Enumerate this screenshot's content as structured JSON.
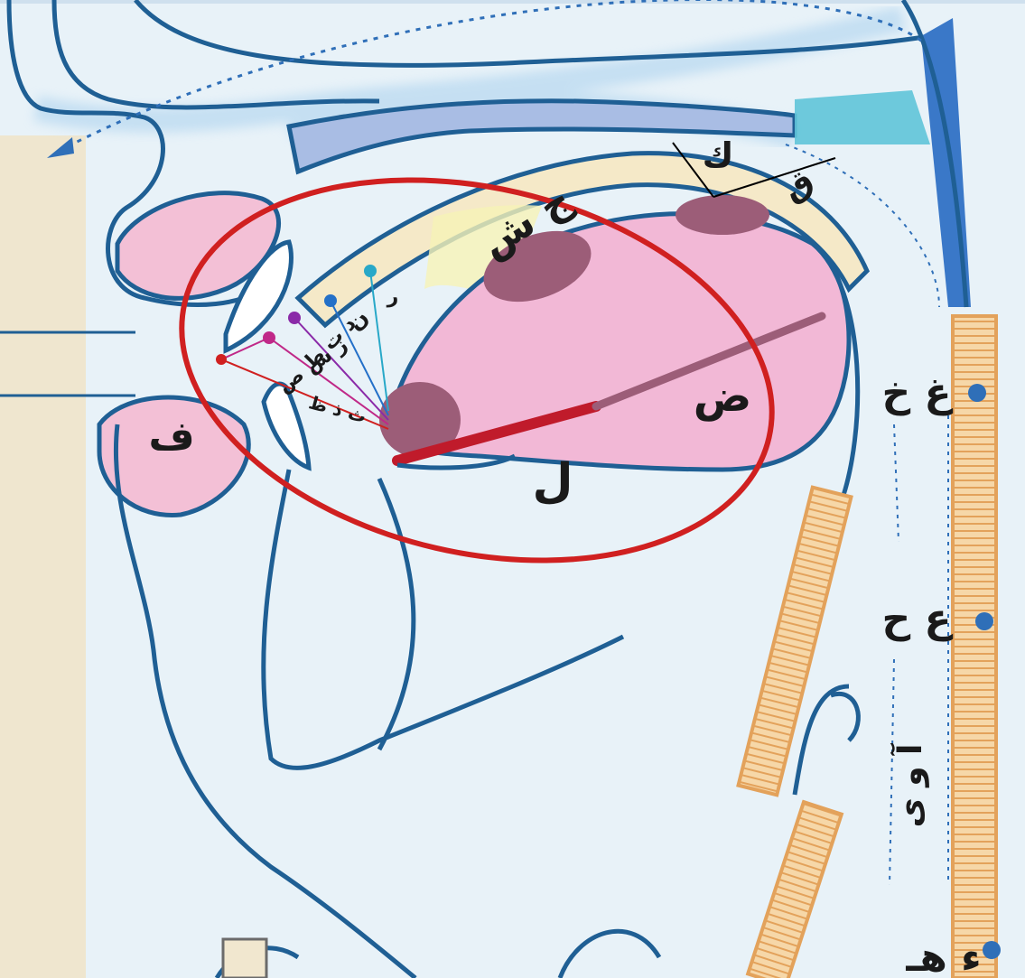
{
  "labels": {
    "fa": "ف",
    "jeem_sheen": "ج ش",
    "kaf": "ك",
    "qaf": "ق",
    "ra": "ر",
    "nun": "ن",
    "dal_ta_taa": "د ت ط",
    "zay_sin_sad": "ز س ص",
    "tha_dhal_dha": "ث ذ ظ",
    "dad": "ض",
    "lam": "ل",
    "ghain_kha": "غ خ",
    "ain_haa": "ع ح",
    "madd": "آ و ى",
    "hamza_ha": "ء هـ"
  },
  "colors": {
    "background": "#e8f2f8",
    "outline": "#1f5f94",
    "tongue": "#f2b8d6",
    "highlight_ellipse": "#d02020",
    "palate": "#f5e9c8",
    "nasal": "#5fc4d8",
    "pharynx": "#3a78c8",
    "trachea": "#f3c98e"
  },
  "icons": [
    "arrow-icon",
    "dot-marker"
  ]
}
